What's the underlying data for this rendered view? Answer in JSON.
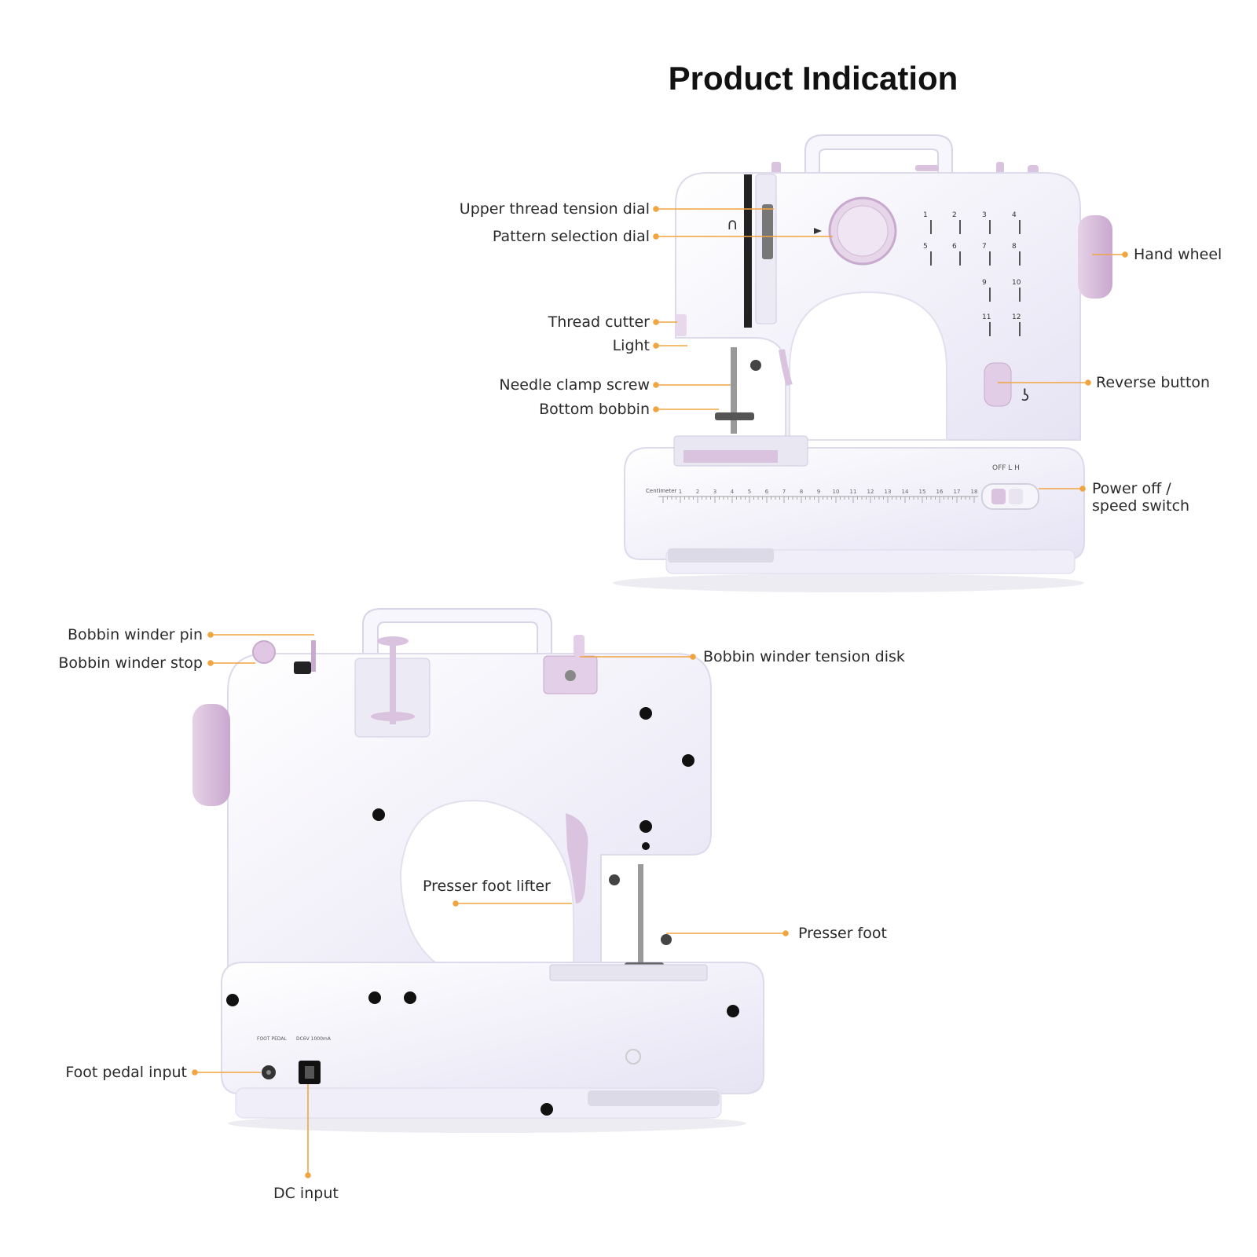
{
  "title": "Product Indication",
  "accent_color": "#f0a540",
  "body_color": "#f3f1fb",
  "trim_color": "#d9c3df",
  "front_view": {
    "labels": {
      "upper_thread_tension_dial": "Upper thread tension dial",
      "pattern_selection_dial": "Pattern selection dial",
      "thread_cutter": "Thread cutter",
      "light": "Light",
      "needle_clamp_screw": "Needle clamp screw",
      "bottom_bobbin": "Bottom bobbin",
      "hand_wheel": "Hand wheel",
      "reverse_button": "Reverse button",
      "power_switch_line1": "Power off /",
      "power_switch_line2": "speed switch"
    },
    "switch_text": "OFF  L  H",
    "ruler_label": "Centimeter",
    "pattern_numbers": [
      "1",
      "2",
      "3",
      "4",
      "5",
      "6",
      "7",
      "8",
      "9",
      "10",
      "11",
      "12"
    ],
    "ruler_numbers": [
      "1",
      "2",
      "3",
      "4",
      "5",
      "6",
      "7",
      "8",
      "9",
      "10",
      "11",
      "12",
      "13",
      "14",
      "15",
      "16",
      "17",
      "18"
    ]
  },
  "back_view": {
    "labels": {
      "bobbin_winder_pin": "Bobbin winder pin",
      "bobbin_winder_stop": "Bobbin winder stop",
      "bobbin_winder_tension_disk": "Bobbin winder tension disk",
      "presser_foot_lifter": "Presser foot lifter",
      "presser_foot": "Presser foot",
      "foot_pedal_input": "Foot pedal input",
      "dc_input": "DC input"
    },
    "port_foot_pedal_text": "FOOT PEDAL",
    "port_dc_text": "DC6V 1000mA"
  }
}
